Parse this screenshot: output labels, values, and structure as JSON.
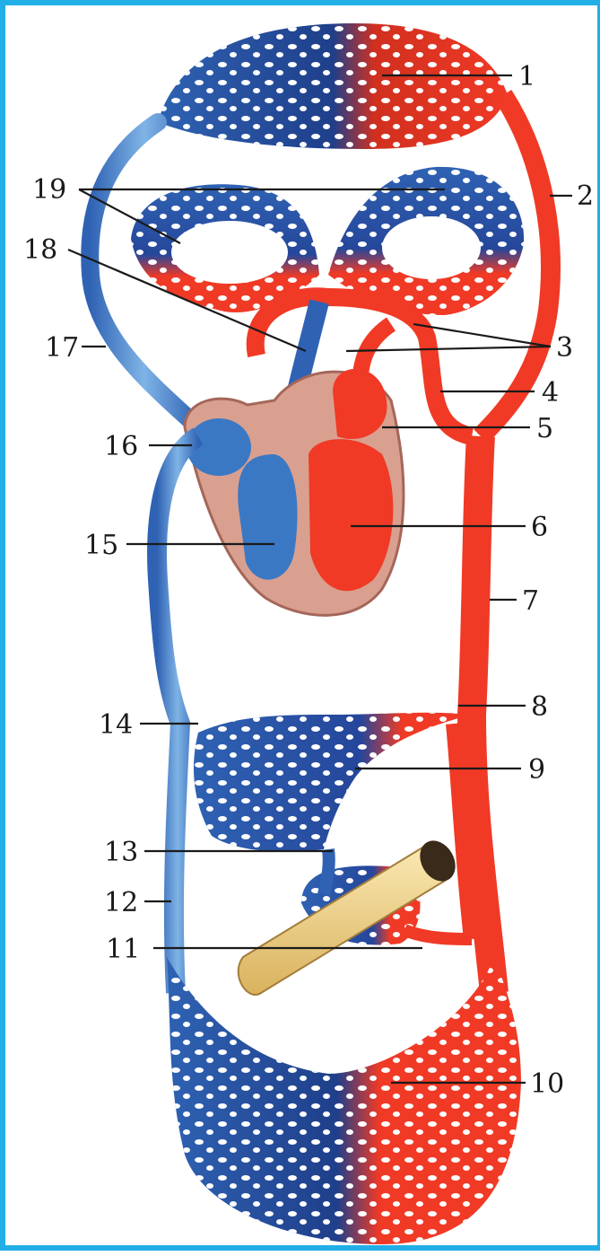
{
  "colors": {
    "venous": "#2f62b3",
    "venous_light": "#5a9bd6",
    "arterial": "#f03a26",
    "arterial_dark": "#c8281a",
    "heart_wall": "#c98a7a",
    "intestine": "#f2d48a",
    "border": "#22aee6"
  },
  "labels": {
    "l1": "1",
    "l2": "2",
    "l3": "3",
    "l4": "4",
    "l5": "5",
    "l6": "6",
    "l7": "7",
    "l8": "8",
    "l9": "9",
    "l10": "10",
    "l11": "11",
    "l12": "12",
    "l13": "13",
    "l14": "14",
    "l15": "15",
    "l16": "16",
    "l17": "17",
    "l18": "18",
    "l19": "19"
  }
}
